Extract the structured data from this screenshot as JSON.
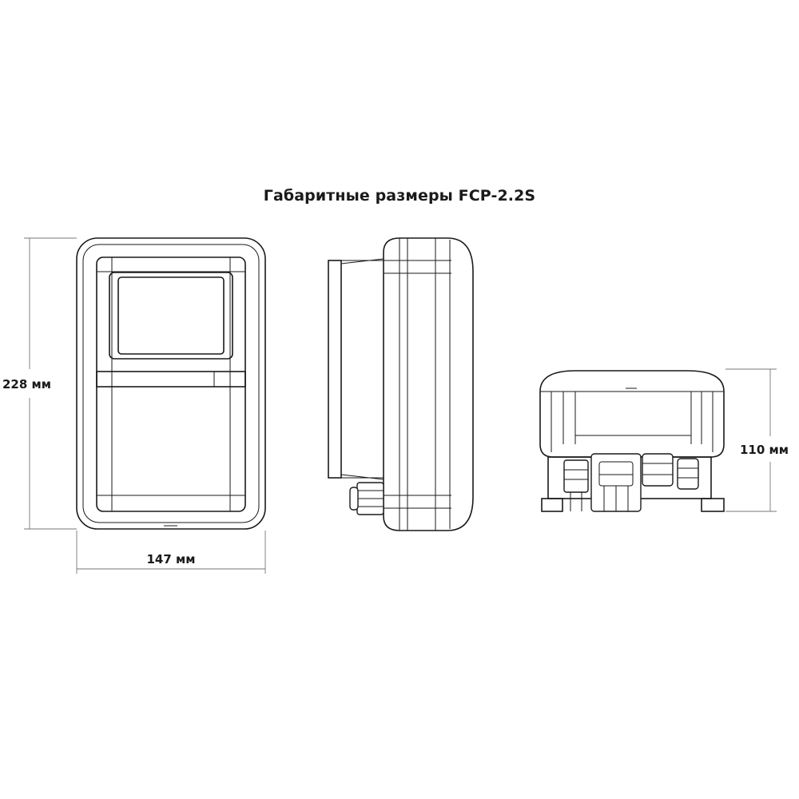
{
  "title": "Габаритные размеры FCP-2.2S",
  "dimensions": {
    "height": "228 мм",
    "width": "147 мм",
    "depth": "110 мм"
  }
}
